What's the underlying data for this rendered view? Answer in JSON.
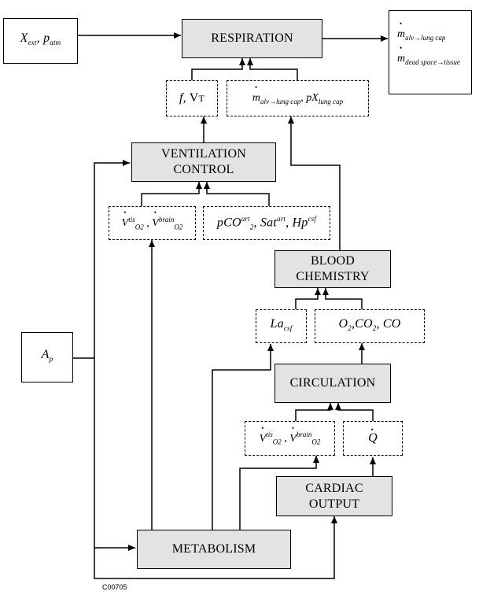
{
  "boxes": {
    "inputs_ext": {
      "var": "X",
      "var_sub": "ext",
      "sep": ", ",
      "var2": "p",
      "var2_sub": "atm"
    },
    "respiration": "RESPIRATION",
    "resp_out": {
      "line1_sym": "m",
      "line1_sub": "alv→lung cap",
      "line2_sym": "m",
      "line2_sub": "dead space→tissue"
    },
    "f_vt": {
      "f": "f",
      "sep": ", ",
      "vt": "V",
      "vt_sub": "T"
    },
    "m_px": {
      "sym": "m",
      "sub": "alv→lung cap",
      "sep": ", ",
      "p": "pX",
      "p_sub": "lung cap"
    },
    "ventilation_control": {
      "line1": "VENTILATION",
      "line2": "CONTROL"
    },
    "vo2_left": {
      "v1": "V",
      "v1_sub": "O",
      "v1_sub2": "2",
      "v1_sup": "tis",
      "sep": " , ",
      "v2": "V",
      "v2_sub": "O",
      "v2_sub2": "2",
      "v2_sup": "brain"
    },
    "pco2": {
      "p": "pCO",
      "p_sub": "2",
      "p_sup": "art",
      "sep1": ", ",
      "sat": "Sat",
      "sat_sup": "art",
      "sep2": ",  ",
      "h": "Hp",
      "h_sup": "csf"
    },
    "blood_chemistry": {
      "line1": "BLOOD",
      "line2": "CHEMISTRY"
    },
    "la_csf": {
      "la": "La",
      "la_sub": "csf"
    },
    "o2_co2_co": {
      "o": "O",
      "o_sub": "2",
      "sep1": ",",
      "c": "CO",
      "c_sub": "2",
      "sep2": ", ",
      "co": "CO"
    },
    "circulation": "CIRCULATION",
    "vo2_right": {
      "v1": "V",
      "v1_sub": "O",
      "v1_sub2": "2",
      "v1_sup": "tis",
      "sep": " , ",
      "v2": "V",
      "v2_sub": "O",
      "v2_sub2": "2",
      "v2_sup": "brain"
    },
    "q": "Q",
    "ap": {
      "a": "A",
      "a_sub": "p"
    },
    "cardiac_output": {
      "line1": "CARDIAC",
      "line2": "OUTPUT"
    },
    "metabolism": "METABOLISM"
  },
  "figure_code": "C00705"
}
